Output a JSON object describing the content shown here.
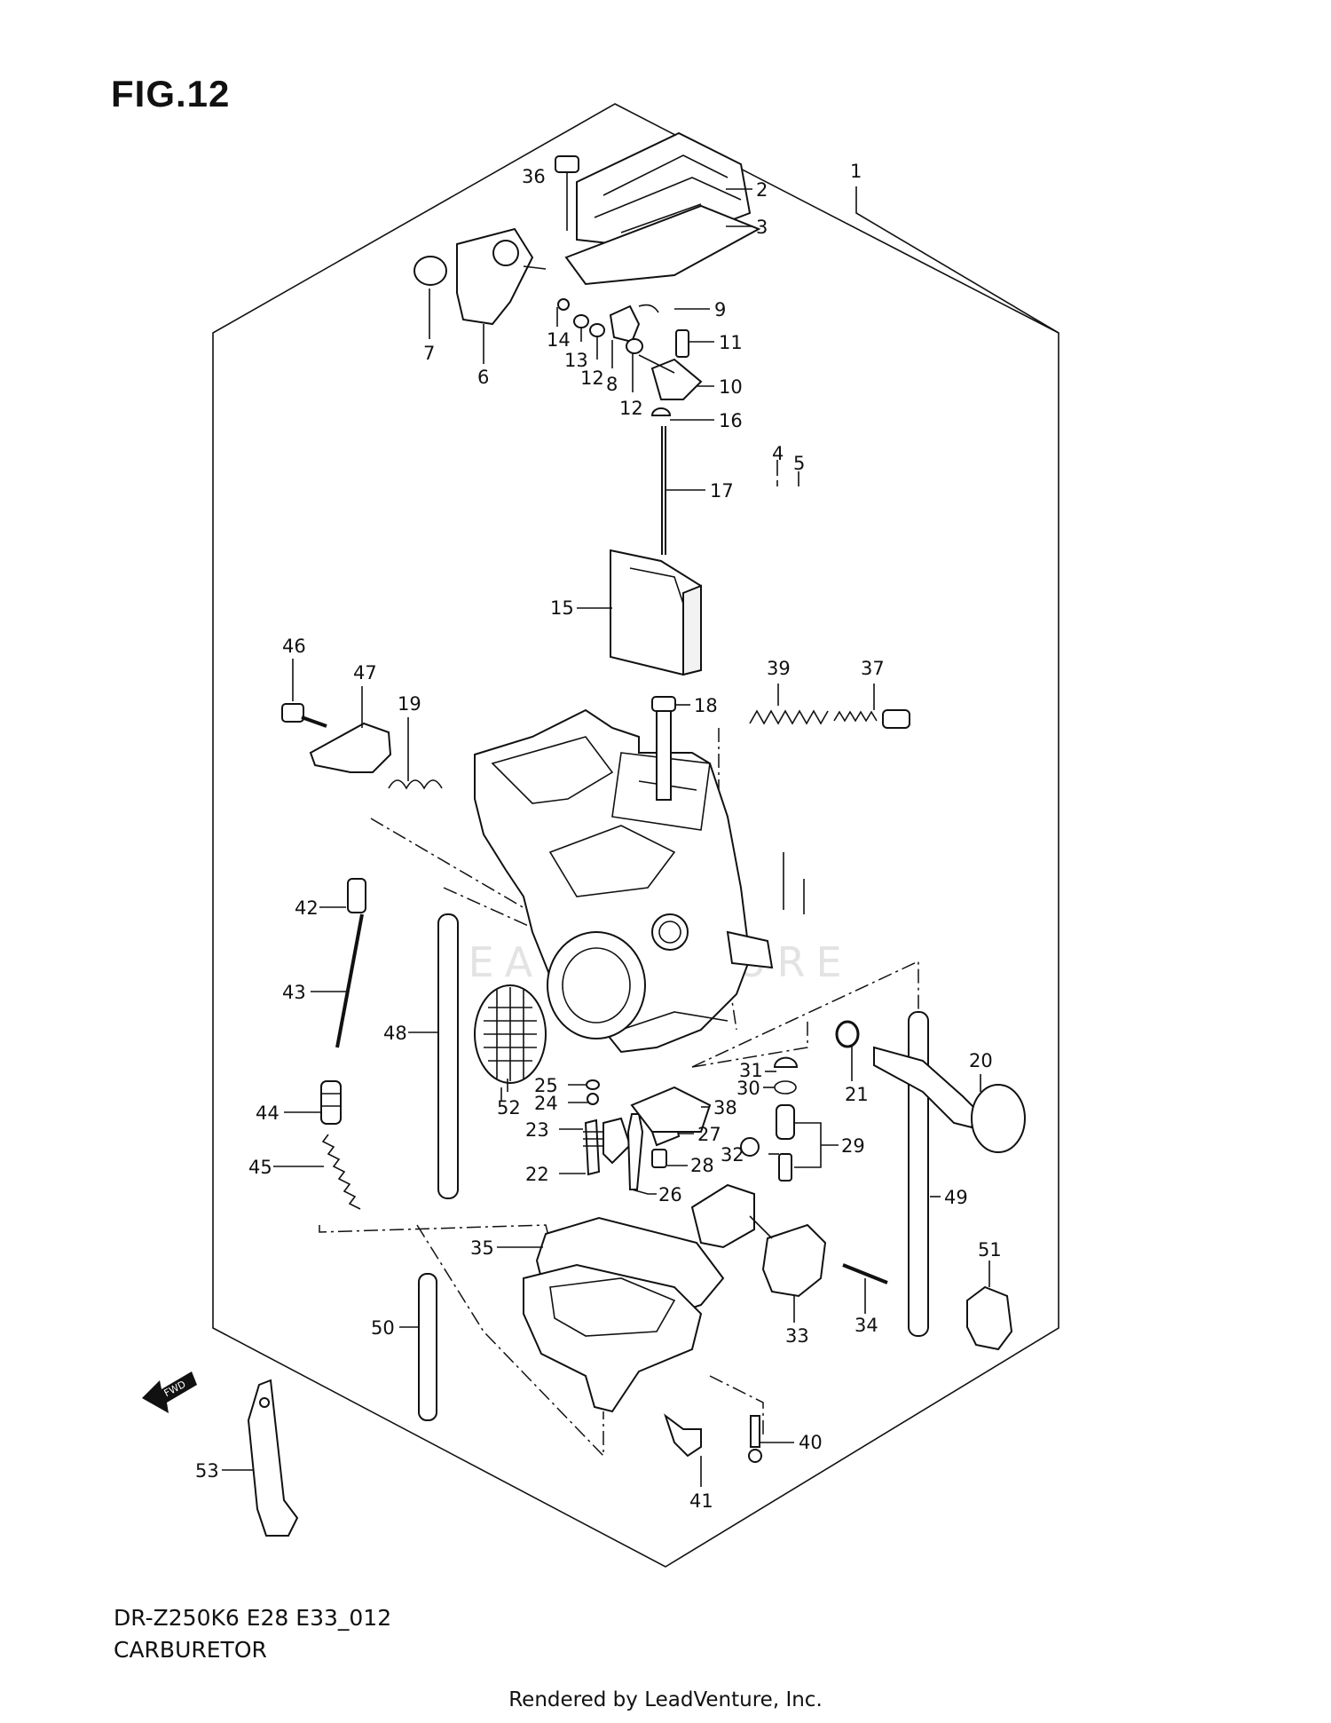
{
  "figure": {
    "title": "FIG.12",
    "model_code": "DR-Z250K6 E28 E33_012",
    "section_name": "CARBURETOR",
    "footer": "Rendered by LeadVenture, Inc.",
    "watermark": "LEADVENTURE",
    "fwd_label": "FWD"
  },
  "callouts": [
    "1",
    "2",
    "3",
    "4",
    "5",
    "6",
    "7",
    "8",
    "9",
    "10",
    "11",
    "12",
    "12",
    "13",
    "14",
    "15",
    "16",
    "17",
    "18",
    "19",
    "20",
    "21",
    "22",
    "23",
    "24",
    "25",
    "26",
    "27",
    "28",
    "29",
    "30",
    "31",
    "32",
    "33",
    "34",
    "35",
    "36",
    "37",
    "38",
    "39",
    "40",
    "41",
    "42",
    "43",
    "44",
    "45",
    "46",
    "47",
    "48",
    "49",
    "50",
    "51",
    "52",
    "53"
  ]
}
